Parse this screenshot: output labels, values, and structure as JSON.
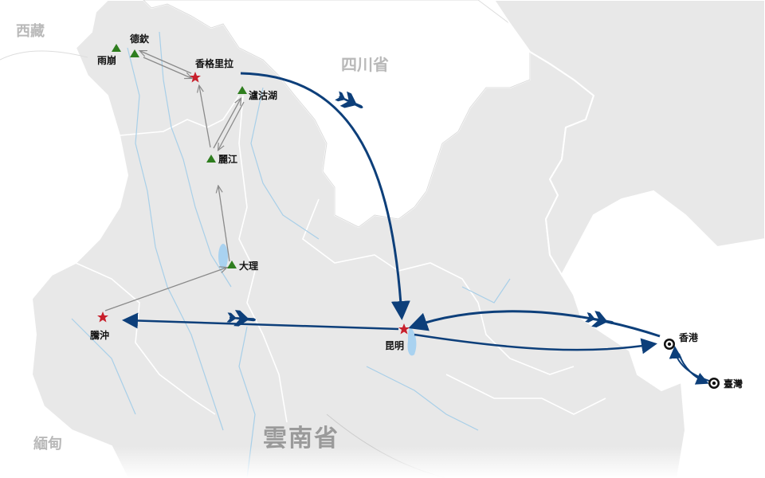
{
  "map": {
    "province_label": "雲南省",
    "regions": [
      {
        "id": "xizang",
        "name": "西藏"
      },
      {
        "id": "sichuan",
        "name": "四川省"
      },
      {
        "id": "myanmar",
        "name": "緬甸"
      }
    ],
    "places": [
      {
        "id": "yubeng",
        "name": "雨崩",
        "marker": "triangle"
      },
      {
        "id": "deqin",
        "name": "德欽",
        "marker": "triangle"
      },
      {
        "id": "shangrila",
        "name": "香格里拉",
        "marker": "star"
      },
      {
        "id": "lugu",
        "name": "瀘沽湖",
        "marker": "triangle"
      },
      {
        "id": "lijiang",
        "name": "麗江",
        "marker": "triangle"
      },
      {
        "id": "dali",
        "name": "大理",
        "marker": "triangle"
      },
      {
        "id": "tengchong",
        "name": "騰沖",
        "marker": "star"
      },
      {
        "id": "kunming",
        "name": "昆明",
        "marker": "star"
      },
      {
        "id": "hongkong",
        "name": "香港",
        "marker": "target"
      },
      {
        "id": "taiwan",
        "name": "臺灣",
        "marker": "target"
      }
    ],
    "colors": {
      "land": "#e8e8e8",
      "border": "#ffffff",
      "river": "#a8cfe8",
      "lake": "#a9d2f0",
      "route_air": "#0d3f7a",
      "route_ground": "#8a8a8a",
      "star": "#c8202c",
      "triangle": "#2e7d1e"
    },
    "icons": {
      "air": "airplane-icon",
      "star": "red-star-icon",
      "triangle": "green-triangle-icon",
      "target": "target-circle-icon"
    }
  }
}
